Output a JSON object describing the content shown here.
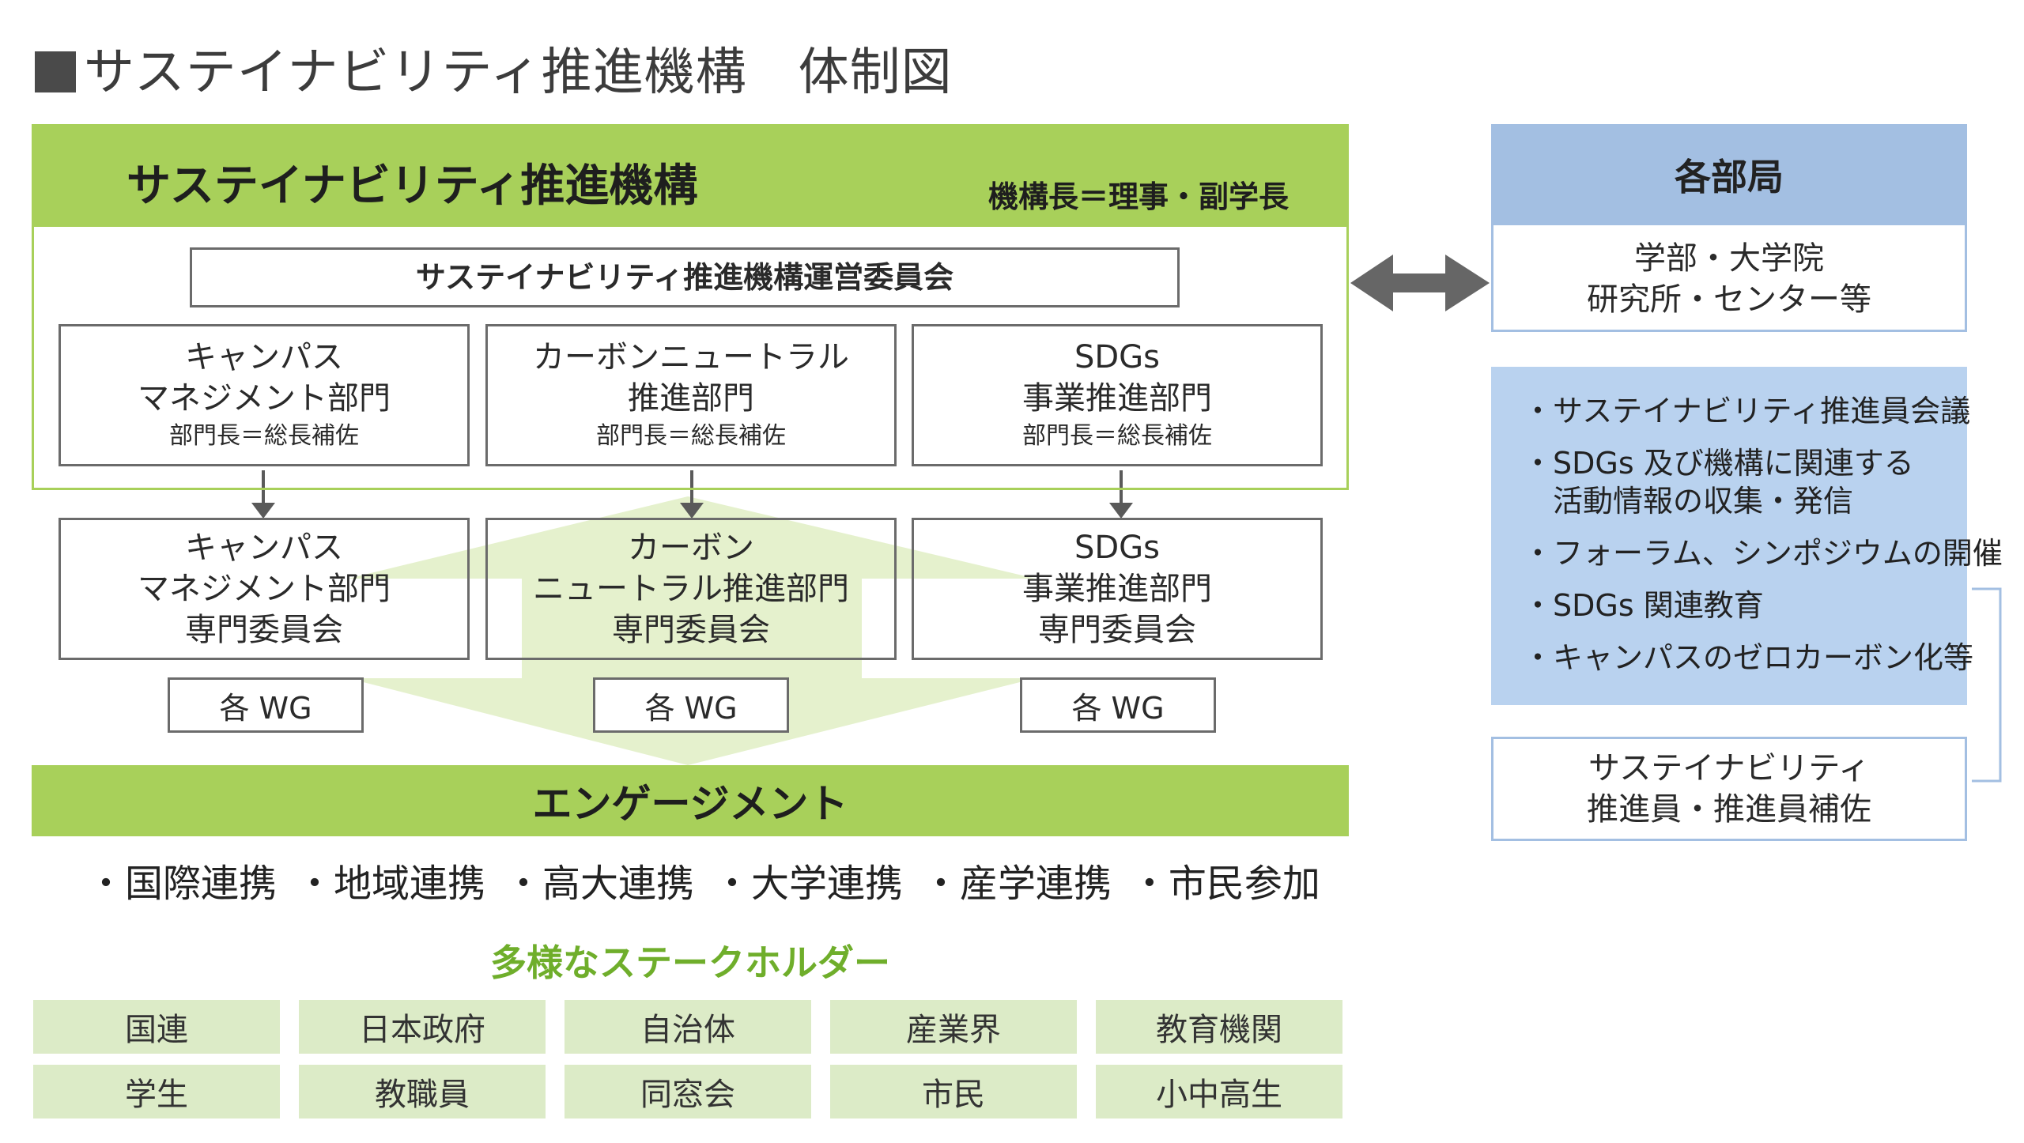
{
  "title": "■サステイナビリティ推進機構　体制図",
  "organization": {
    "name": "サステイナビリティ推進機構",
    "head": "機構長＝理事・副学長",
    "committee": "サステイナビリティ推進機構運営委員会"
  },
  "departments": [
    {
      "line1": "キャンパス",
      "line2": "マネジメント部門",
      "head": "部門長＝総長補佐",
      "sub1": "キャンパス",
      "sub2": "マネジメント部門",
      "sub3": "専門委員会",
      "wg": "各 WG"
    },
    {
      "line1": "カーボンニュートラル",
      "line2": "推進部門",
      "head": "部門長＝総長補佐",
      "sub1": "カーボン",
      "sub2": "ニュートラル推進部門",
      "sub3": "専門委員会",
      "wg": "各 WG"
    },
    {
      "line1": "SDGs",
      "line2": "事業推進部門",
      "head": "部門長＝総長補佐",
      "sub1": "SDGs",
      "sub2": "事業推進部門",
      "sub3": "専門委員会",
      "wg": "各 WG"
    }
  ],
  "engagement": {
    "label": "エンゲージメント",
    "items": [
      "・国際連携",
      "・地域連携",
      "・高大連携",
      "・大学連携",
      "・産学連携",
      "・市民参加"
    ]
  },
  "stakeholders": {
    "heading": "多様なステークホルダー",
    "cells": [
      "国連",
      "日本政府",
      "自治体",
      "産業界",
      "教育機関",
      "学生",
      "教職員",
      "同窓会",
      "市民",
      "小中高生"
    ]
  },
  "departments_side": {
    "header": "各部局",
    "line1": "学部・大学院",
    "line2": "研究所・センター等"
  },
  "activities": [
    "・サステイナビリティ推進員会議",
    "・SDGs 及び機構に関連する",
    "　活動情報の収集・発信",
    "・フォーラム、シンポジウムの開催",
    "・SDGs 関連教育",
    "・キャンパスのゼロカーボン化等"
  ],
  "promoters": {
    "line1": "サステイナビリティ",
    "line2": "推進員・推進員補佐"
  },
  "colors": {
    "green": "#a8d05a",
    "light_green": "#dcebc7",
    "blue": "#a3bfe2",
    "blue_fill": "#b9d2ef",
    "heading_green": "#6fae2b",
    "arrow_gray": "#5a5a5a"
  }
}
